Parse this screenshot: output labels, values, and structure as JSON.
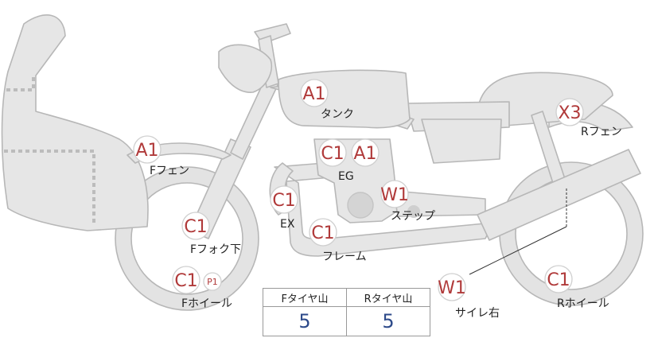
{
  "parts": {
    "fender_front": {
      "code": "A1",
      "label": "Fフェン"
    },
    "tank": {
      "code": "A1",
      "label": "タンク"
    },
    "fender_rear": {
      "code": "X3",
      "label": "Rフェン"
    },
    "engine": {
      "code1": "C1",
      "code2": "A1",
      "label": "EG"
    },
    "exhaust": {
      "code": "C1",
      "label": "EX"
    },
    "step": {
      "code": "W1",
      "label": "ステップ"
    },
    "fork_lower": {
      "code": "C1",
      "label": "Fフォク下"
    },
    "frame": {
      "code": "C1",
      "label": "フレーム"
    },
    "wheel_front": {
      "code": "C1",
      "code_extra": "P1",
      "label": "Fホイール"
    },
    "muffler_right": {
      "code": "W1",
      "label": "サイレ右"
    },
    "wheel_rear": {
      "code": "C1",
      "label": "Rホイール"
    }
  },
  "tread_table": {
    "headers": [
      "Fタイヤ山",
      "Rタイヤ山"
    ],
    "values": [
      "5",
      "5"
    ]
  },
  "colors": {
    "code": "#b03a3a",
    "value": "#2d4a8a",
    "silhouette": "#e6e6e6"
  }
}
